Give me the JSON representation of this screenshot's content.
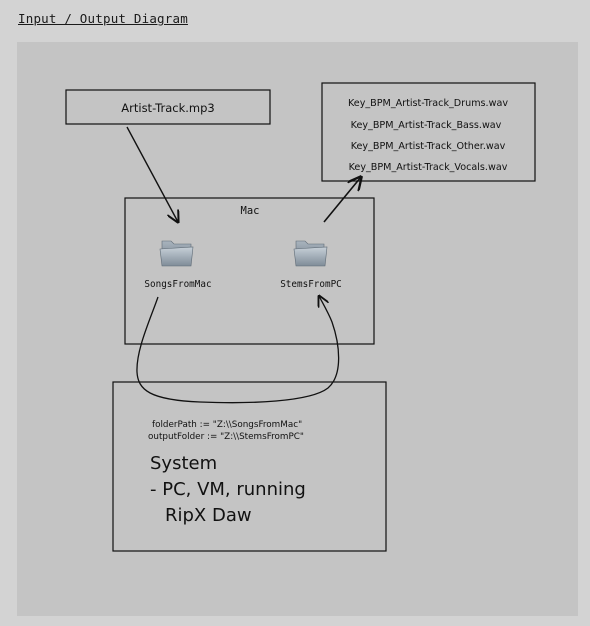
{
  "page": {
    "title": "Input / Output Diagram"
  },
  "diagram": {
    "input_file": "Artist-Track.mp3",
    "outputs": [
      "Key_BPM_Artist-Track_Drums.wav",
      "Key_BPM_Artist-Track_Bass.wav",
      "Key_BPM_Artist-Track_Other.wav",
      "Key_BPM_Artist-Track_Vocals.wav"
    ],
    "mac_label": "Mac",
    "folder_songs": "SongsFromMac",
    "folder_stems": "StemsFromPC",
    "code_line1": "folderPath := \"Z:\\\\SongsFromMac\"",
    "code_line2": "outputFolder := \"Z:\\\\StemsFromPC\"",
    "system_line1": "System",
    "system_line2": "- PC, VM, running",
    "system_line3": "RipX Daw"
  },
  "colors": {
    "page_bg": "#d3d3d3",
    "canvas_bg": "#c4c4c4",
    "stroke": "#111111",
    "folder": "#8e9aa6"
  },
  "icons": {
    "folder": "folder-icon"
  }
}
